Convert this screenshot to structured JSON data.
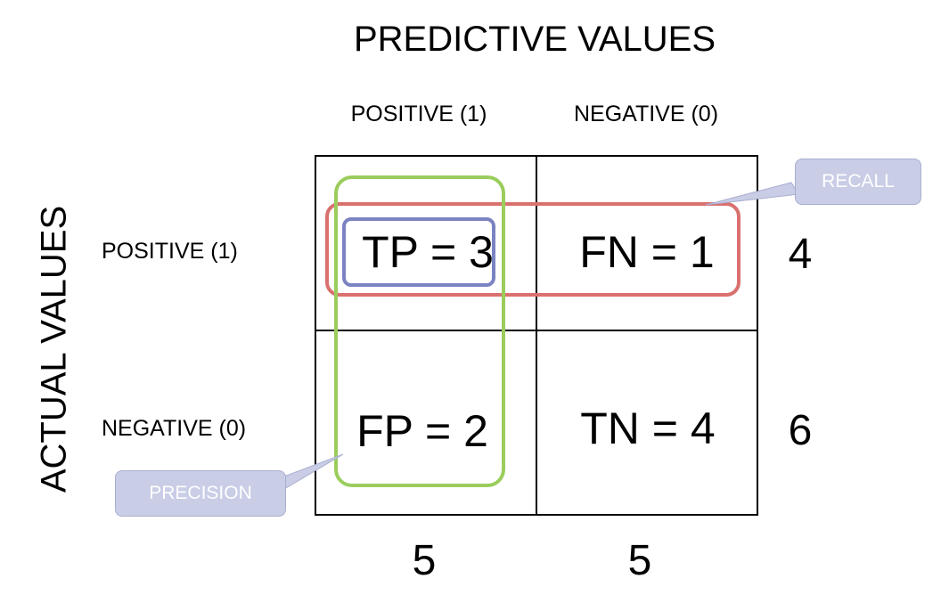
{
  "diagram": {
    "title_top": "PREDICTIVE VALUES",
    "title_side": "ACTUAL VALUES",
    "columns": [
      "POSITIVE (1)",
      "NEGATIVE (0)"
    ],
    "rows": [
      "POSITIVE (1)",
      "NEGATIVE (0)"
    ],
    "cells": {
      "tp": "TP = 3",
      "fn": "FN = 1",
      "fp": "FP = 2",
      "tn": "TN = 4"
    },
    "row_totals": [
      "4",
      "6"
    ],
    "col_totals": [
      "5",
      "5"
    ],
    "callouts": {
      "recall": "RECALL",
      "precision": "PRECISION"
    }
  },
  "colors": {
    "recall_outline": "#d9716f",
    "precision_outline": "#9acd5b",
    "tp_outline": "#7b83c2",
    "callout_fill": "#c9cde6"
  }
}
